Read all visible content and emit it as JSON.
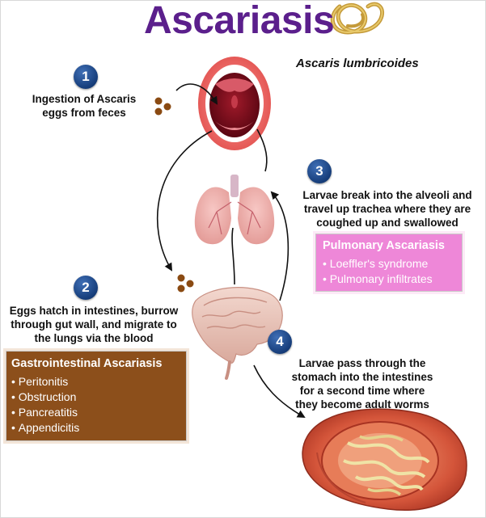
{
  "title": "Ascariasis",
  "species": "Ascaris lumbricoides",
  "steps": [
    {
      "number": "1",
      "lines": [
        "Ingestion of Ascaris",
        "eggs from feces"
      ]
    },
    {
      "number": "2",
      "lines": [
        "Eggs hatch in intestines, burrow",
        "through gut wall, and migrate to",
        "the lungs via the blood"
      ]
    },
    {
      "number": "3",
      "lines": [
        "Larvae break into the alveoli and",
        "travel up trachea where they are",
        "coughed up and swallowed"
      ]
    },
    {
      "number": "4",
      "lines": [
        "Larvae pass through the",
        "stomach into the intestines",
        "for a second time where",
        "they become adult worms"
      ]
    }
  ],
  "pulmonary": {
    "title": "Pulmonary Ascariasis",
    "items": [
      "Loeffler's syndrome",
      "Pulmonary infiltrates"
    ]
  },
  "gastrointestinal": {
    "title": "Gastrointestinal Ascariasis",
    "items": [
      "Peritonitis",
      "Obstruction",
      "Pancreatitis",
      "Appendicitis"
    ]
  },
  "colors": {
    "title": "#5b1f8c",
    "step_circle": "#163d7a",
    "pulmonary_box": "#ee87d8",
    "gi_box": "#8c4f1b",
    "egg": "#8a4a12"
  },
  "illustrations": [
    "worm-coil-icon",
    "open-mouth",
    "lungs",
    "intestines",
    "intestine-cross-section-with-worms"
  ]
}
